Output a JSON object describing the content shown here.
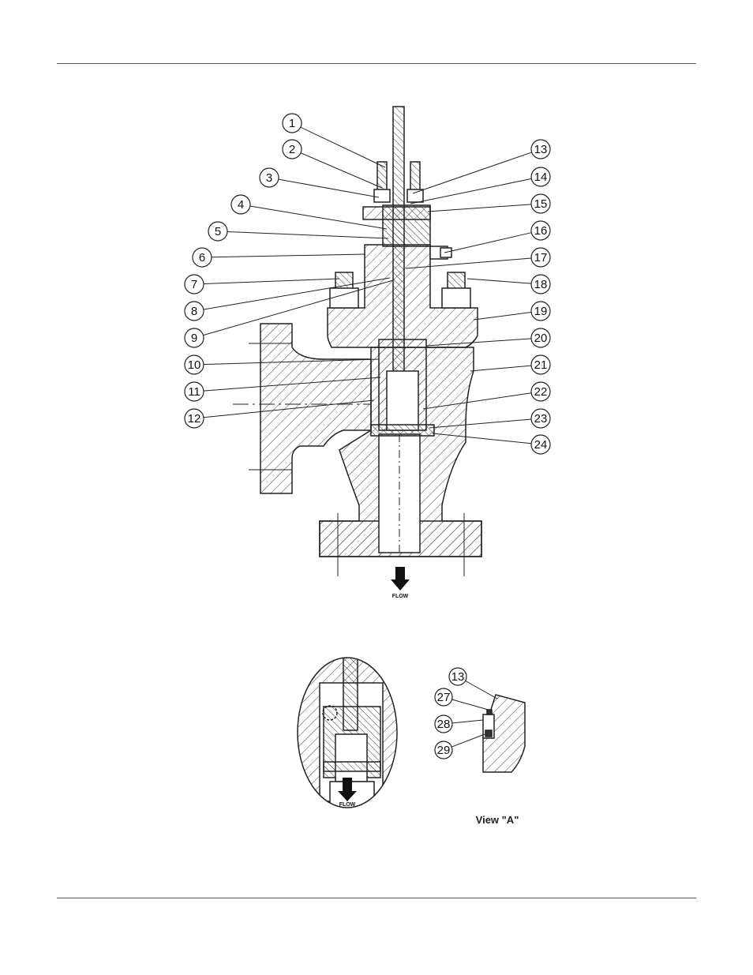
{
  "main_callouts": [
    {
      "label": "1"
    },
    {
      "label": "2"
    },
    {
      "label": "3"
    },
    {
      "label": "4"
    },
    {
      "label": "5"
    },
    {
      "label": "6"
    },
    {
      "label": "7"
    },
    {
      "label": "8"
    },
    {
      "label": "9"
    },
    {
      "label": "10"
    },
    {
      "label": "11"
    },
    {
      "label": "12"
    },
    {
      "label": "13"
    },
    {
      "label": "14"
    },
    {
      "label": "15"
    },
    {
      "label": "16"
    },
    {
      "label": "17"
    },
    {
      "label": "18"
    },
    {
      "label": "19"
    },
    {
      "label": "20"
    },
    {
      "label": "21"
    },
    {
      "label": "22"
    },
    {
      "label": "23"
    },
    {
      "label": "24"
    }
  ],
  "detail_callouts": [
    {
      "label": "13"
    },
    {
      "label": "27"
    },
    {
      "label": "28"
    },
    {
      "label": "29"
    }
  ],
  "flow_label": "FLOW",
  "detail_flow_label": "FLOW",
  "view_label": "View \"A\"",
  "colors": {
    "line": "#222222",
    "hatch": "#444444",
    "paper": "#ffffff"
  }
}
